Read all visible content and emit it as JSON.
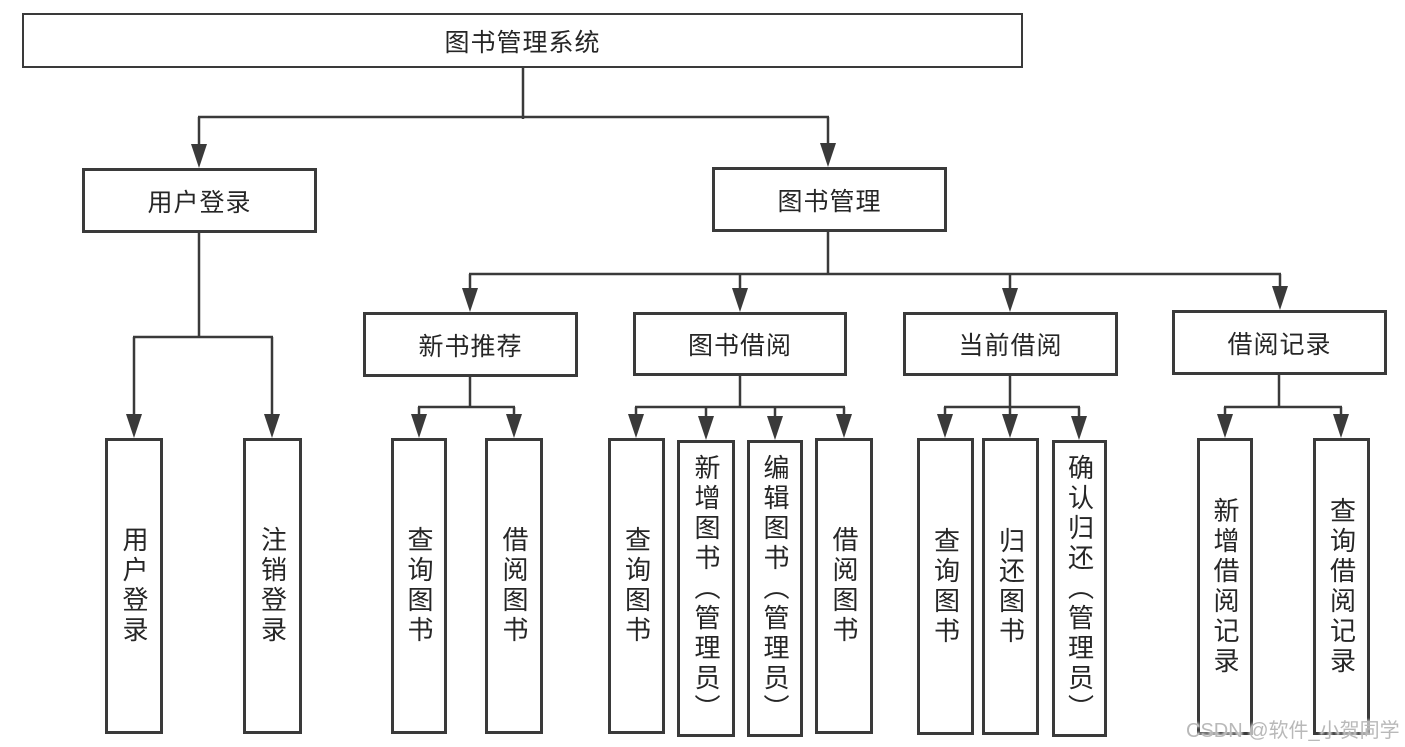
{
  "diagram": {
    "root": "图书管理系统",
    "level2": [
      "用户登录",
      "图书管理"
    ],
    "level3": [
      "新书推荐",
      "图书借阅",
      "当前借阅",
      "借阅记录"
    ],
    "leaves": {
      "user_login": [
        "用户登录",
        "注销登录"
      ],
      "new_book_recommend": [
        "查询图书",
        "借阅图书"
      ],
      "book_borrow": [
        "查询图书",
        "新增图书（管理员）",
        "编辑图书（管理员）",
        "借阅图书"
      ],
      "current_borrow": [
        "查询图书",
        "归还图书",
        "确认归还（管理员）"
      ],
      "borrow_records": [
        "新增借阅记录",
        "查询借阅记录"
      ]
    }
  },
  "watermark": "CSDN @软件_小贺同学",
  "colors": {
    "line": "#3a3a3a",
    "text": "#262626",
    "watermark": "#b9b9b9",
    "background": "#ffffff"
  }
}
